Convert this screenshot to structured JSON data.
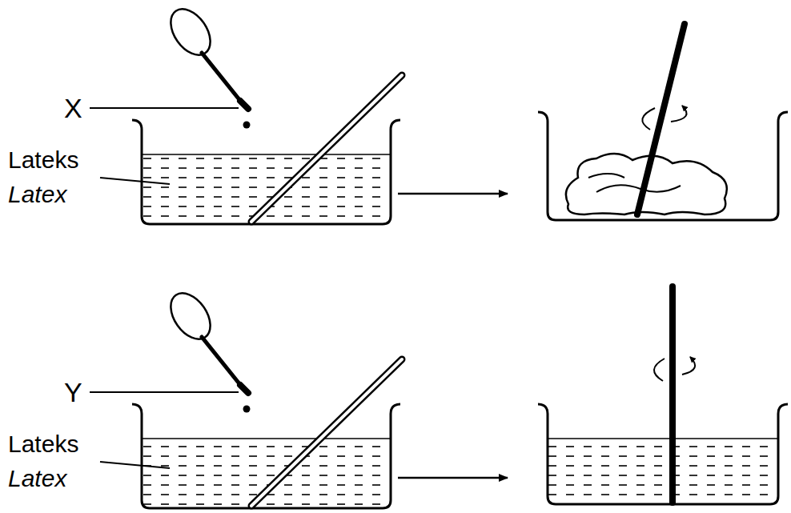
{
  "diagram": {
    "labels": [
      "X",
      "Lateks",
      "Latex",
      "Y",
      "Lateks",
      "Latex"
    ]
  }
}
